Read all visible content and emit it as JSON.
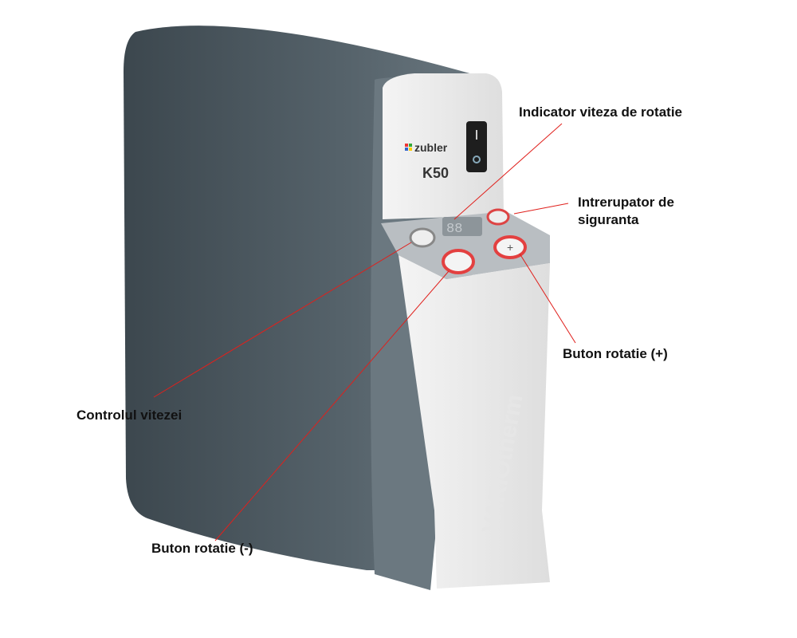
{
  "device": {
    "brand": "zubler",
    "model": "K50",
    "watermark": "VARIOtherm"
  },
  "labels": {
    "indicator": "Indicator viteza de rotatie",
    "switch": "Intrerupator de siguranta",
    "plus": "Buton rotatie (+)",
    "speed_control": "Controlul vitezei",
    "minus": "Buton rotatie (-)"
  },
  "colors": {
    "body": "#4b5860",
    "panel": "#eeeeee",
    "leader": "#e0201c",
    "button_ring": "#e34040"
  }
}
